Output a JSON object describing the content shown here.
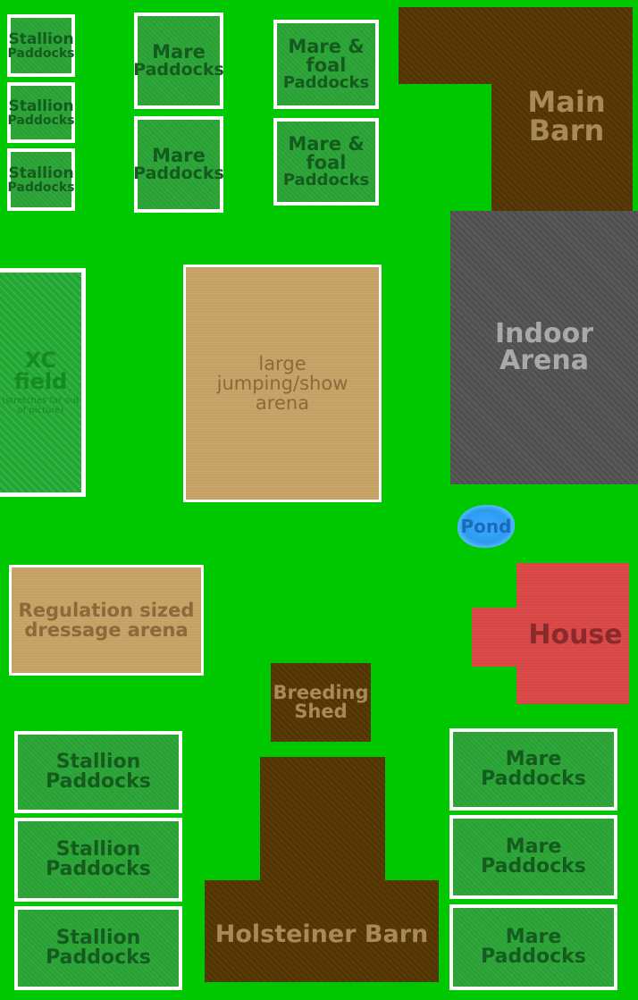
{
  "colors": {
    "grass": "#00c800",
    "paddock": "#2fa83a",
    "barn": "#5a3a06",
    "arena": "#c8a468",
    "indoor_arena": "#585858",
    "house": "#dd4a4a",
    "pond": "#2b9cf0"
  },
  "top_left_paddocks": [
    {
      "line1": "Stallion",
      "line2": "Paddocks"
    },
    {
      "line1": "Stallion",
      "line2": "Paddocks"
    },
    {
      "line1": "Stallion",
      "line2": "Paddocks"
    }
  ],
  "top_mare_paddocks": [
    {
      "line1": "Mare",
      "line2": "Paddocks"
    },
    {
      "line1": "Mare",
      "line2": "Paddocks"
    }
  ],
  "mare_foal_paddocks": [
    {
      "line1": "Mare &",
      "line2": "foal",
      "line3": "Paddocks"
    },
    {
      "line1": "Mare &",
      "line2": "foal",
      "line3": "Paddocks"
    }
  ],
  "main_barn": {
    "line1": "Main",
    "line2": "Barn"
  },
  "indoor_arena": {
    "line1": "Indoor",
    "line2": "Arena"
  },
  "xc_field": {
    "line1": "XC",
    "line2": "field",
    "note": "(stretches far out of picture)"
  },
  "jump_arena": {
    "line1": "large",
    "line2": "jumping/show",
    "line3": "arena"
  },
  "pond": {
    "label": "Pond"
  },
  "dressage_arena": {
    "line1": "Regulation sized",
    "line2": "dressage arena"
  },
  "house": {
    "label": "House"
  },
  "breeding_shed": {
    "line1": "Breeding",
    "line2": "Shed"
  },
  "holsteiner_barn": {
    "label": "Holsteiner Barn"
  },
  "bottom_stallion_paddocks": [
    {
      "line1": "Stallion",
      "line2": "Paddocks"
    },
    {
      "line1": "Stallion",
      "line2": "Paddocks"
    },
    {
      "line1": "Stallion",
      "line2": "Paddocks"
    }
  ],
  "bottom_mare_paddocks": [
    {
      "line1": "Mare",
      "line2": "Paddocks"
    },
    {
      "line1": "Mare",
      "line2": "Paddocks"
    },
    {
      "line1": "Mare",
      "line2": "Paddocks"
    }
  ]
}
